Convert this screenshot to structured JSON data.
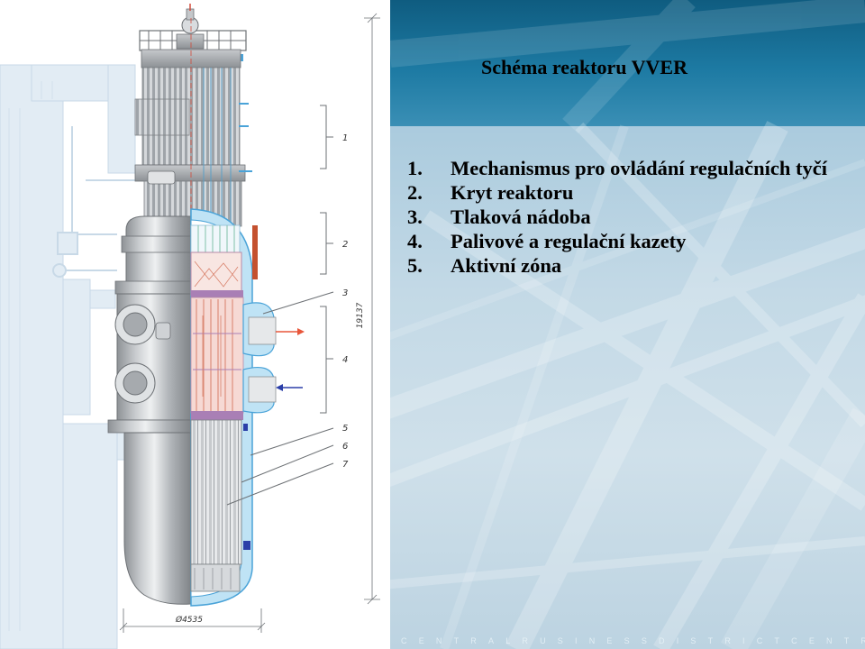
{
  "slide": {
    "title": "Schéma reaktoru VVER",
    "watermark": "CENTRALRUSINESSDISTRICTCENTRA"
  },
  "legend": [
    {
      "num": "1.",
      "text": "Mechanismus pro ovládání regulačních tyčí"
    },
    {
      "num": "2.",
      "text": "Kryt reaktoru"
    },
    {
      "num": "3.",
      "text": "Tlaková nádoba"
    },
    {
      "num": "4.",
      "text": "Palivové a regulační kazety"
    },
    {
      "num": "5.",
      "text": "Aktivní zóna"
    }
  ],
  "diagram": {
    "callouts": [
      "1",
      "2",
      "3",
      "4",
      "5",
      "6",
      "7"
    ],
    "height_dimension": "19137",
    "diameter_dimension": "Ø4535"
  },
  "colors": {
    "header": "#0f5c80",
    "vessel_steel": "#9ea2a6",
    "insulation": "#bfe3f5",
    "fuel_zone": "#f6d9d4",
    "outlet_arrow": "#e8563a",
    "inlet_arrow": "#2b3fa8"
  }
}
